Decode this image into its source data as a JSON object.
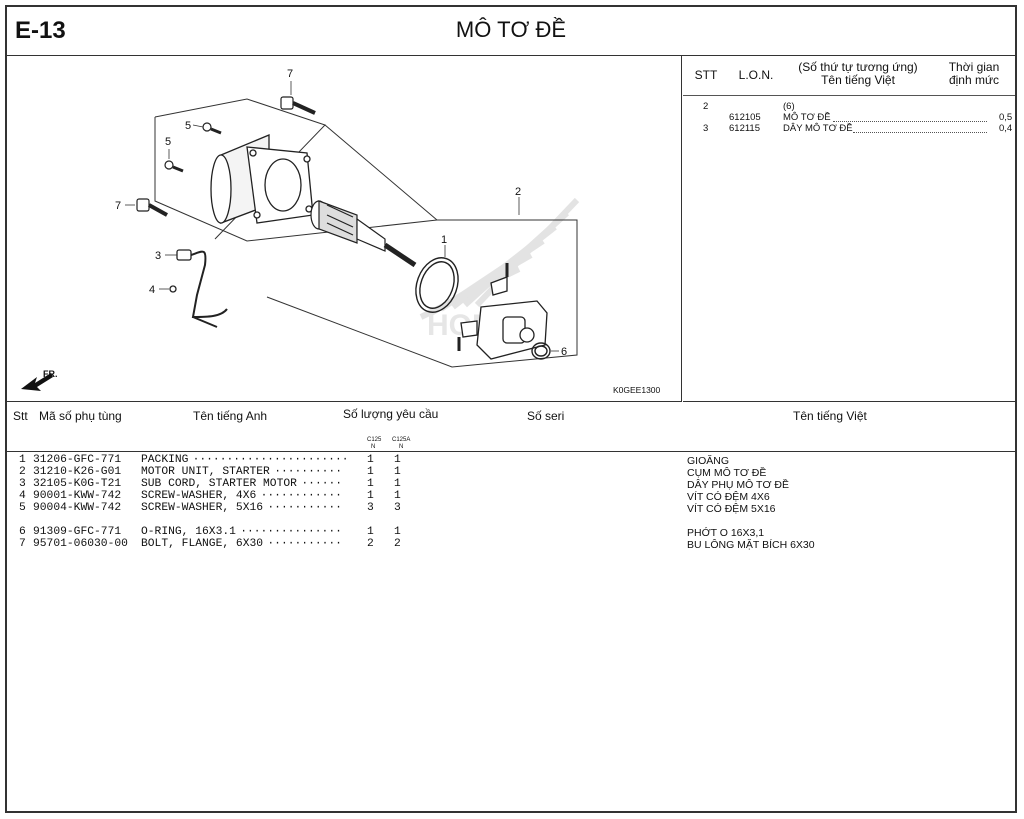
{
  "header": {
    "code": "E-13",
    "title": "MÔ TƠ ĐỀ"
  },
  "diagram": {
    "callouts": [
      "7",
      "5",
      "5",
      "7",
      "3",
      "4",
      "1",
      "2",
      "6"
    ],
    "image_code": "K0GEE1300",
    "direction_label": "FR."
  },
  "right_panel": {
    "headers": {
      "stt": "STT",
      "lon": "L.O.N.",
      "name_line1": "(Số thứ tự tương ứng)",
      "name_line2": "Tên tiếng Việt",
      "time_line1": "Thời gian",
      "time_line2": "định mức"
    },
    "rows": [
      {
        "stt": "2",
        "lon": "",
        "name": "(6)",
        "time": ""
      },
      {
        "stt": "",
        "lon": "612105",
        "name": "MÔ TƠ ĐỀ",
        "time": "0,5"
      },
      {
        "stt": "3",
        "lon": "612115",
        "name": "DÂY MÔ TƠ ĐỀ",
        "time": "0,4"
      }
    ]
  },
  "parts_table": {
    "headers": {
      "stt": "Stt",
      "part_no": "Mã số phụ tùng",
      "english": "Tên tiếng Anh",
      "qty": "Số lượng yêu cầu",
      "serial": "Số seri",
      "vietnamese": "Tên tiếng Việt"
    },
    "models": [
      {
        "name": "C125",
        "sub": "N"
      },
      {
        "name": "C125A",
        "sub": "N"
      }
    ],
    "rows": [
      {
        "stt": "1",
        "part_no": "31206-GFC-771",
        "english": "PACKING",
        "dots": "·······················",
        "q1": "1",
        "q2": "1",
        "vn": "GIOĂNG"
      },
      {
        "stt": "2",
        "part_no": "31210-K26-G01",
        "english": "MOTOR UNIT, STARTER",
        "dots": "··········",
        "q1": "1",
        "q2": "1",
        "vn": "CỤM MÔ TƠ ĐỀ"
      },
      {
        "stt": "3",
        "part_no": "32105-K0G-T21",
        "english": "SUB CORD, STARTER MOTOR",
        "dots": "······",
        "q1": "1",
        "q2": "1",
        "vn": "DÂY PHỤ MÔ TƠ ĐỀ"
      },
      {
        "stt": "4",
        "part_no": "90001-KWW-742",
        "english": "SCREW-WASHER, 4X6",
        "dots": "············",
        "q1": "1",
        "q2": "1",
        "vn": "VÍT CÓ ĐỆM 4X6"
      },
      {
        "stt": "5",
        "part_no": "90004-KWW-742",
        "english": "SCREW-WASHER, 5X16",
        "dots": "···········",
        "q1": "3",
        "q2": "3",
        "vn": "VÍT CÓ ĐỆM 5X16"
      },
      {
        "stt": "6",
        "part_no": "91309-GFC-771",
        "english": "O-RING, 16X3.1",
        "dots": "···············",
        "q1": "1",
        "q2": "1",
        "vn": "PHỚT O 16X3,1"
      },
      {
        "stt": "7",
        "part_no": "95701-06030-00",
        "english": "BOLT, FLANGE, 6X30",
        "dots": "···········",
        "q1": "2",
        "q2": "2",
        "vn": "BU LÔNG MẶT BÍCH 6X30"
      }
    ]
  }
}
